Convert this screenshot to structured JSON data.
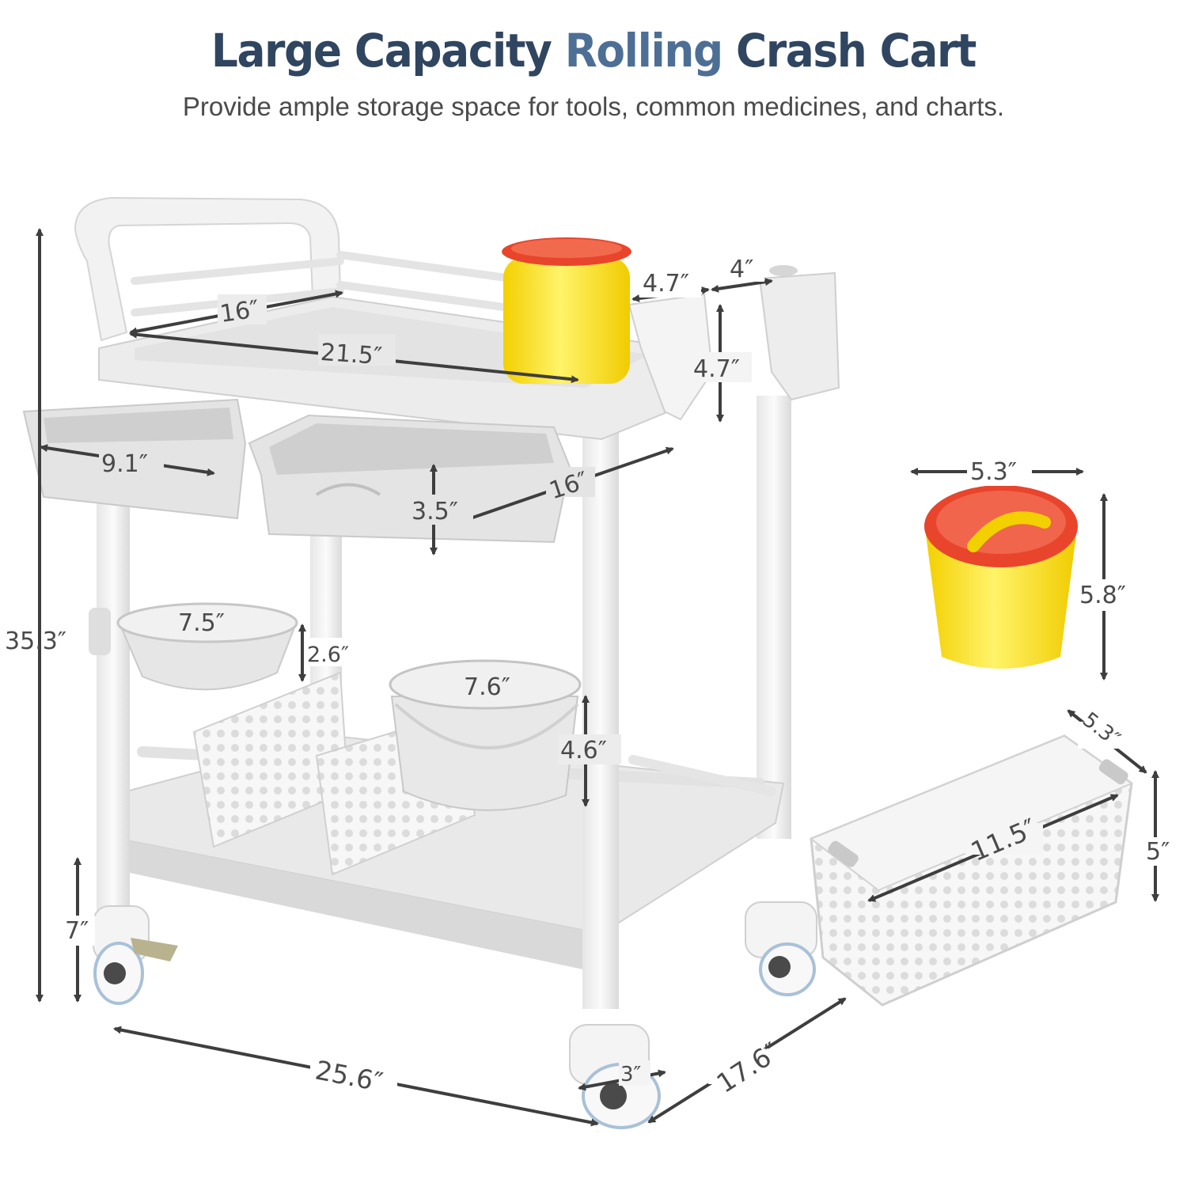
{
  "header": {
    "title_part1": "Large Capacity",
    "title_part2": "Rolling",
    "title_part3": "Crash Cart",
    "subtitle": "Provide ample storage space for tools, common medicines, and charts."
  },
  "colors": {
    "title_dark": "#2f4560",
    "title_accent": "#4d6f96",
    "dimension_line": "#3e3e3e",
    "cart_white": "#ededed",
    "sharps_yellow": "#f6e21a",
    "sharps_red": "#e8452c"
  },
  "dimensions": {
    "handle_width": "16″",
    "top_tray_length": "21.5″",
    "holder_width": "4.7″",
    "holder_depth": "4″",
    "holder_height": "4.7″",
    "drawer_width": "9.1″",
    "drawer_length": "16″",
    "drawer_height": "3.5″",
    "total_height": "35.3″",
    "basin_diameter": "7.5″",
    "basin_height": "2.6″",
    "bucket_diameter": "7.6″",
    "bucket_height": "4.6″",
    "clearance_height": "7″",
    "total_length": "25.6″",
    "total_width": "17.6″",
    "wheel_width": "3″",
    "sharps_diameter": "5.3″",
    "sharps_height": "5.8″",
    "basket_width": "5.3″",
    "basket_length": "11.5″",
    "basket_height": "5″"
  }
}
